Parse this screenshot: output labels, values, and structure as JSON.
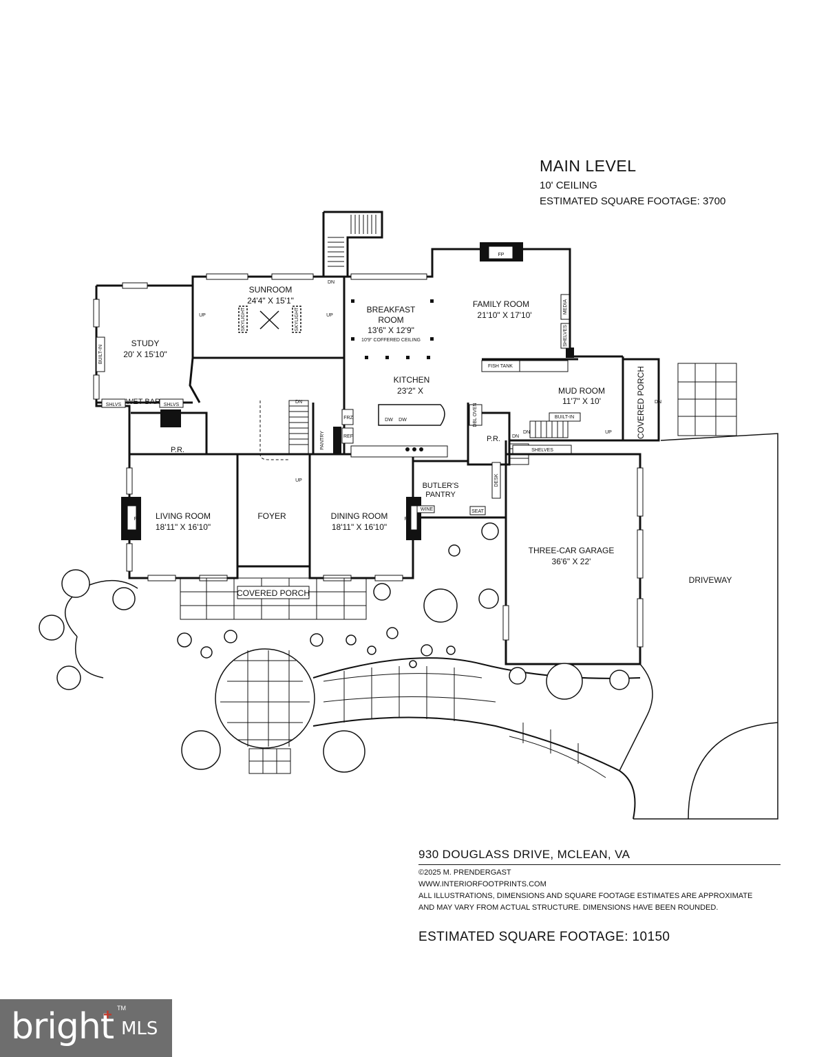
{
  "header": {
    "title": "MAIN LEVEL",
    "ceiling": "10' CEILING",
    "sqft": "ESTIMATED SQUARE FOOTAGE: 3700"
  },
  "rooms": {
    "sunroom": {
      "name": "SUNROOM",
      "dims": "24'4\" X 15'1\""
    },
    "study": {
      "name": "STUDY",
      "dims": "20' X 15'10\""
    },
    "breakfast": {
      "name1": "BREAKFAST",
      "name2": "ROOM",
      "dims": "13'6\" X 12'9\"",
      "note": "10'9\" COFFERED CEILING"
    },
    "family": {
      "name": "FAMILY ROOM",
      "dims": "21'10\" X 17'10'"
    },
    "kitchen": {
      "name": "KITCHEN",
      "dims": "23'2\" X"
    },
    "mud": {
      "name": "MUD ROOM",
      "dims": "11'7\" X 10'"
    },
    "living": {
      "name": "LIVING ROOM",
      "dims": "18'11\" X 16'10\""
    },
    "foyer": {
      "name": "FOYER"
    },
    "dining": {
      "name": "DINING ROOM",
      "dims": "18'11\" X 16'10\""
    },
    "butler": {
      "name1": "BUTLER'S",
      "name2": "PANTRY"
    },
    "garage": {
      "name": "THREE-CAR GARAGE",
      "dims": "36'6\" X 22'"
    },
    "driveway": {
      "name": "DRIVEWAY"
    },
    "front_porch": {
      "name": "COVERED PORCH"
    },
    "side_porch": {
      "name": "COVERED PORCH"
    }
  },
  "small_labels": {
    "wet_bar": "WET BAR",
    "pr": "P.R.",
    "pantry": "PANTRY",
    "built_in": "BUILT-IN",
    "shelves": "SHELVES",
    "shlvs": "SHLVS",
    "media": "MEDIA",
    "fish_tank": "FISH TANK",
    "skylight": "SKYLIGHT",
    "fp": "FP",
    "up": "UP",
    "dn": "DN",
    "frz": "FRZ",
    "ref": "REF",
    "dw": "DW",
    "dbl_oven": "DBL OVEN",
    "wine": "WINE",
    "seat": "SEAT",
    "desk": "DESK"
  },
  "footer": {
    "address": "930 DOUGLASS DRIVE, MCLEAN, VA",
    "copyright": "©2025 M. PRENDERGAST",
    "website": "WWW.INTERIORFOOTPRINTS.COM",
    "disclaimer1": "ALL ILLUSTRATIONS, DIMENSIONS AND SQUARE FOOTAGE ESTIMATES ARE APPROXIMATE",
    "disclaimer2": "AND MAY VARY FROM ACTUAL STRUCTURE. DIMENSIONS HAVE BEEN ROUNDED.",
    "total_sqft": "ESTIMATED SQUARE FOOTAGE:  10150"
  },
  "logo": {
    "word": "bright",
    "mls": "MLS",
    "tm": "TM",
    "color_bg": "#6e6e6e",
    "color_accent": "#c0392b"
  }
}
